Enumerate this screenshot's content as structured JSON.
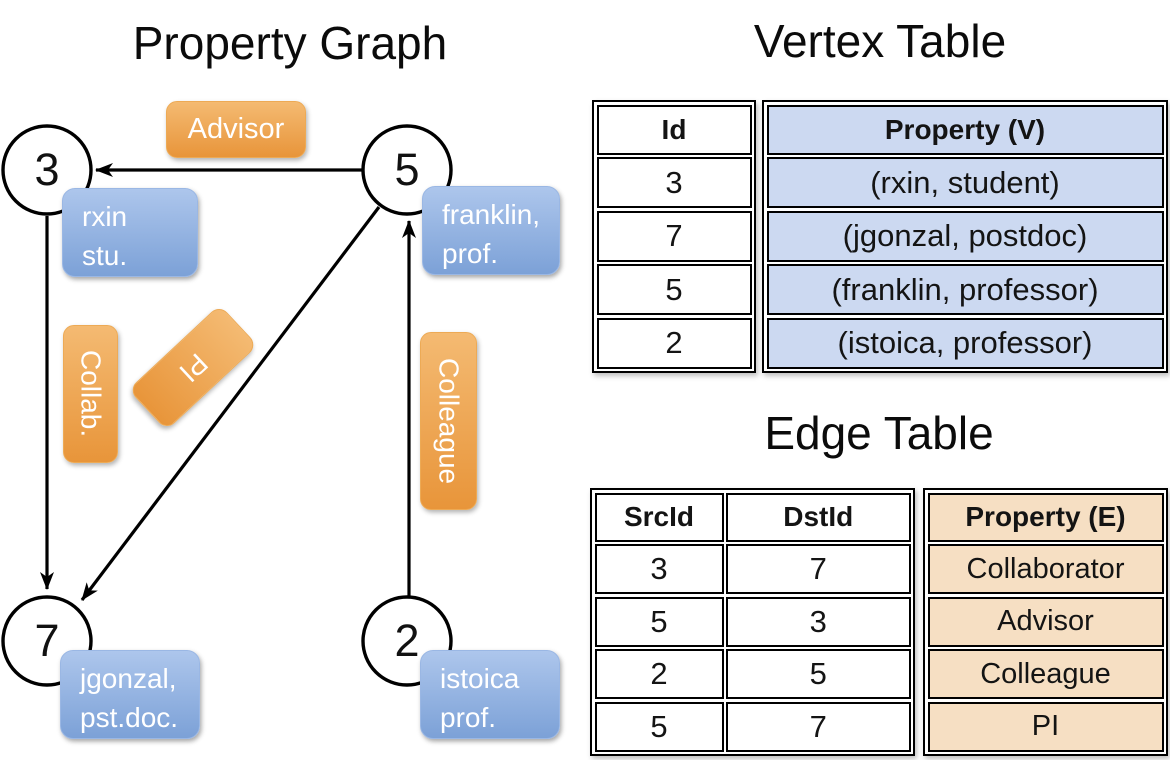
{
  "graph": {
    "title": "Property Graph",
    "nodes": [
      {
        "id": "3",
        "property": [
          "rxin",
          "stu."
        ]
      },
      {
        "id": "5",
        "property": [
          "franklin,",
          "prof."
        ]
      },
      {
        "id": "7",
        "property": [
          "jgonzal,",
          "pst.doc."
        ]
      },
      {
        "id": "2",
        "property": [
          "istoica",
          "prof."
        ]
      }
    ],
    "edges": [
      {
        "from": "5",
        "to": "3",
        "label": "Advisor"
      },
      {
        "from": "3",
        "to": "7",
        "label": "Collab."
      },
      {
        "from": "5",
        "to": "7",
        "label": "PI"
      },
      {
        "from": "2",
        "to": "5",
        "label": "Colleague"
      }
    ]
  },
  "vertex_table": {
    "title": "Vertex Table",
    "headers": {
      "id": "Id",
      "property": "Property (V)"
    },
    "rows": [
      {
        "id": "3",
        "property": "(rxin, student)"
      },
      {
        "id": "7",
        "property": "(jgonzal, postdoc)"
      },
      {
        "id": "5",
        "property": "(franklin, professor)"
      },
      {
        "id": "2",
        "property": "(istoica, professor)"
      }
    ]
  },
  "edge_table": {
    "title": "Edge Table",
    "headers": {
      "src": "SrcId",
      "dst": "DstId",
      "property": "Property (E)"
    },
    "rows": [
      {
        "src": "3",
        "dst": "7",
        "property": "Collaborator"
      },
      {
        "src": "5",
        "dst": "3",
        "property": "Advisor"
      },
      {
        "src": "2",
        "dst": "5",
        "property": "Colleague"
      },
      {
        "src": "5",
        "dst": "7",
        "property": "PI"
      }
    ]
  },
  "colors": {
    "edge_label_orange": "#eda24c",
    "vertex_box_blue": "#8aabdc",
    "vertex_table_fill": "#ccd9f1",
    "edge_table_fill": "#f6dfc3",
    "line_black": "#000000"
  }
}
